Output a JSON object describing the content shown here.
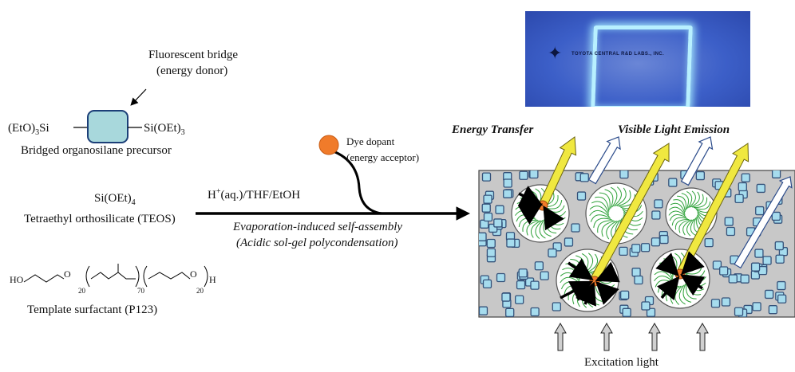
{
  "labels": {
    "fluorescent_bridge_line1": "Fluorescent bridge",
    "fluorescent_bridge_line2": "(energy donor)",
    "precursor_left": "(EtO)",
    "precursor_left_sub": "3",
    "precursor_left_si": "Si",
    "precursor_right": "Si(OEt)",
    "precursor_right_sub": "3",
    "precursor_caption": "Bridged organosilane precursor",
    "teos_formula": "Si(OEt)",
    "teos_formula_sub": "4",
    "teos_caption": "Tetraethyl orthosilicate (TEOS)",
    "surfactant_caption": "Template surfactant (P123)",
    "surfactant_ho": "HO",
    "surfactant_h": "H",
    "surfactant_o": "O",
    "surfactant_n1": "20",
    "surfactant_n2": "70",
    "surfactant_n3": "20",
    "dye_line1": "Dye dopant",
    "dye_line2": "(energy acceptor)",
    "reagent_h": "H",
    "reagent_sup": "+",
    "reagent_rest": "(aq.)/THF/EtOH",
    "process_line1": "Evaporation-induced self-assembly",
    "process_line2": "(Acidic sol-gel polycondensation)",
    "energy_transfer": "Energy Transfer",
    "visible_emission": "Visible Light Emission",
    "excitation": "Excitation light",
    "photo_text": "TOYOTA CENTRAL R&D LABS., INC."
  },
  "colors": {
    "donor_box": "#a8d8dc",
    "dye": "#f07b2a",
    "film": "#c8c8c8",
    "beam": "#f0e840",
    "micelle_fibers": "#2fa23a",
    "silica_squares": "#a6dcee"
  }
}
